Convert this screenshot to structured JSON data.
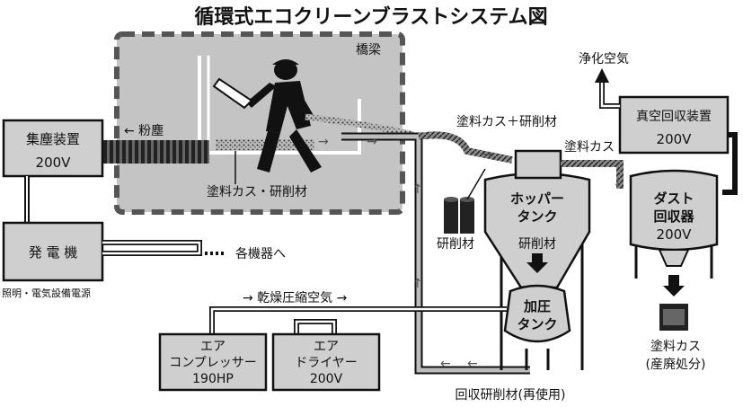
{
  "title": "循環式エコクリーンブラストシステム図",
  "labels": {
    "bridge": "橋梁",
    "dust_left": "← 粉塵",
    "paint_residue_bottom": "塗料カス・研削材",
    "paint_plus_abrasive": "塗料カス＋研削材",
    "paint_residue_right": "塗料カス",
    "clean_air": "浄化空気",
    "abrasive_drums": "研削材",
    "abrasive_feed": "研削材",
    "to_devices": "各機器へ",
    "lighting": "照明・電気設備電源",
    "dry_air": "→ 乾燥圧縮空気 →",
    "recovered": "回収研削材(再使用)",
    "waste_line1": "塗料カス",
    "waste_line2": "(産廃処分)"
  },
  "dust_collector": {
    "name": "集塵装置",
    "spec": "200V"
  },
  "generator": {
    "name": "発 電 機"
  },
  "hopper": {
    "line1": "ホッパー",
    "line2": "タンク"
  },
  "pressure_tank": {
    "line1": "加圧",
    "line2": "タンク"
  },
  "vacuum_unit": {
    "name": "真空回収装置",
    "spec": "200V"
  },
  "dust_recovery": {
    "line1": "ダスト",
    "line2": "回収器",
    "spec": "200V"
  },
  "compressor": {
    "line1": "エア",
    "line2": "コンプレッサー",
    "spec": "190HP"
  },
  "dryer": {
    "line1": "エア",
    "line2": "ドライヤー",
    "spec": "200V"
  }
}
